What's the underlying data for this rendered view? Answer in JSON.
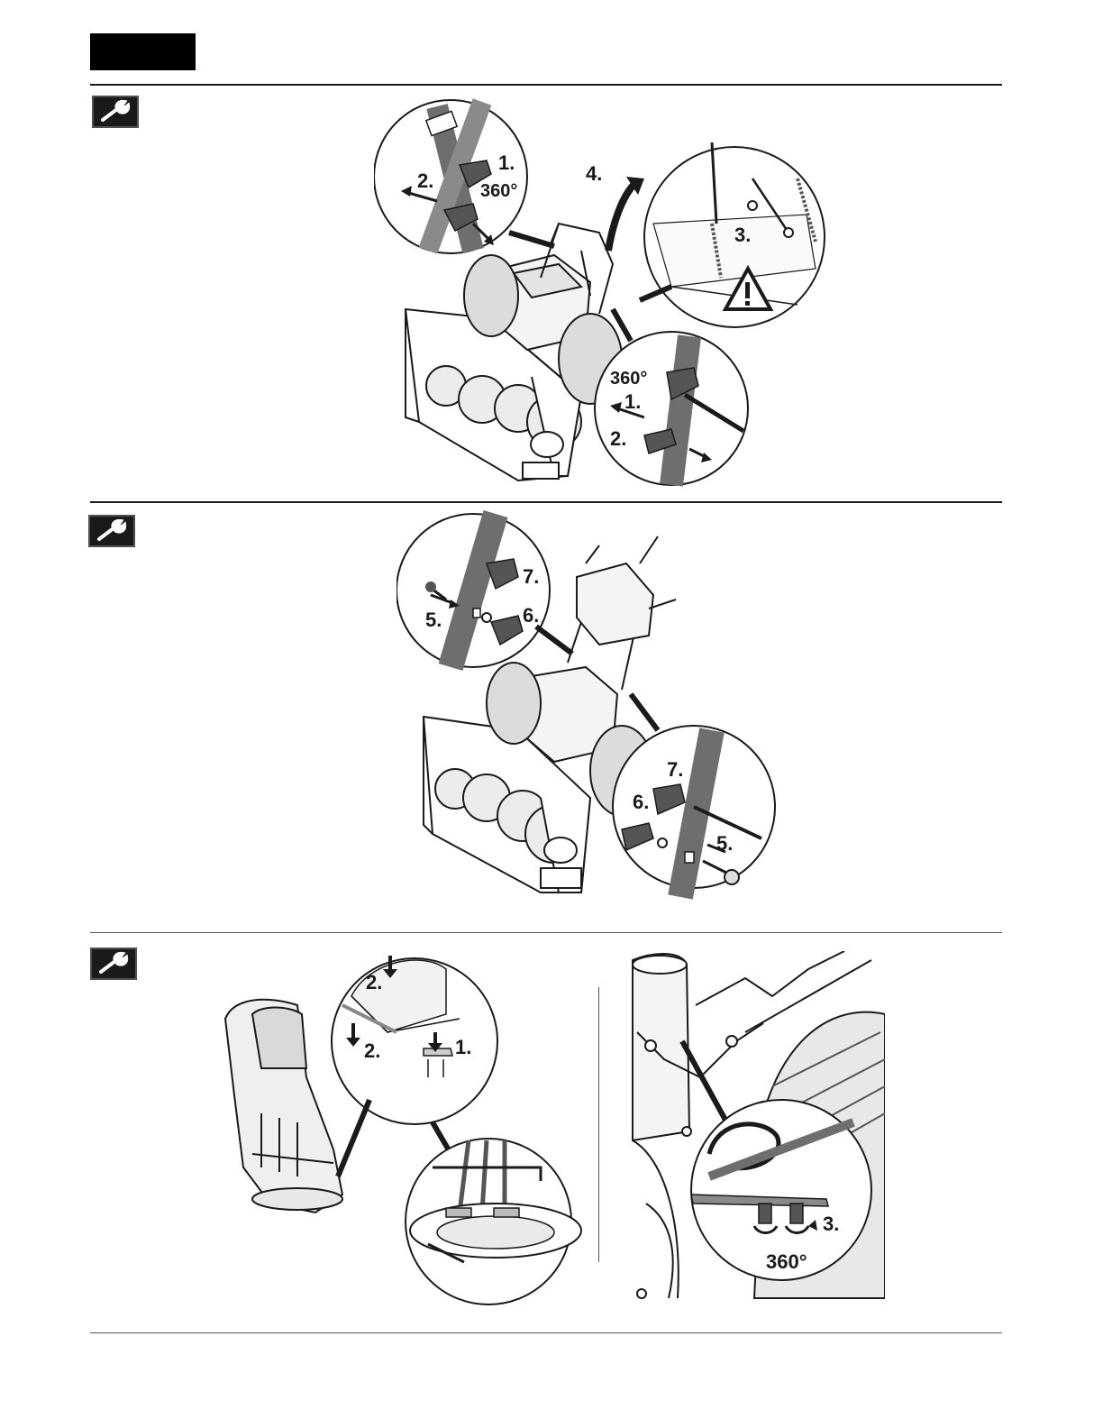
{
  "sections": [
    {
      "id": "step-1",
      "labels": {
        "first": "1.",
        "second": "2.",
        "third": "3.",
        "fourth": "4.",
        "deg_a": "360°",
        "deg_b": "360°",
        "first_b": "1.",
        "second_b": "2."
      }
    },
    {
      "id": "step-2",
      "labels": {
        "five": "5.",
        "six": "6.",
        "seven": "7.",
        "five_b": "5.",
        "six_b": "6.",
        "seven_b": "7."
      }
    },
    {
      "id": "step-3",
      "labels": {
        "one": "1.",
        "two_a": "2.",
        "two_b": "2.",
        "three": "3.",
        "deg": "360°"
      }
    }
  ],
  "icons": {
    "tool": "wrench-icon",
    "warning": "warning-triangle-icon"
  },
  "colors": {
    "ink": "#1a1a1a",
    "grey": "#6e6e6e",
    "lightgrey": "#d9d9d9"
  }
}
